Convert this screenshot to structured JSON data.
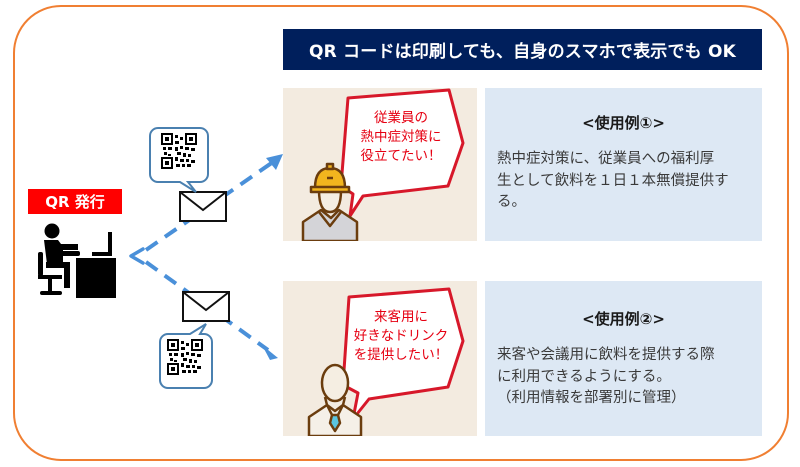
{
  "banner": {
    "text": "QR コードは印刷しても、自身のスマホで表示でも OK",
    "background": "#001f5c"
  },
  "issuer": {
    "badge_label": "QR 発行",
    "badge_color": "#ff0000",
    "icon": "person-at-desk-icon"
  },
  "delivery": {
    "items": [
      {
        "envelope_icon": "envelope-icon",
        "qr_icon": "qr-code-icon",
        "direction": "up-right"
      },
      {
        "envelope_icon": "envelope-icon",
        "qr_icon": "qr-code-icon",
        "direction": "down-right"
      }
    ],
    "arrow_color": "#4a90d9"
  },
  "scenes": [
    {
      "person_icon": "worker-hardhat-icon",
      "speech": "従業員の\n熱中症対策に\n役立てたい！"
    },
    {
      "person_icon": "businessman-icon",
      "speech": "来客用に\n好きなドリンク\nを提供したい！"
    }
  ],
  "use_cases": [
    {
      "title": "<使用例①>",
      "body": "熱中症対策に、従業員への福利厚\n生として飲料を１日１本無償提供す\nる。"
    },
    {
      "title": "<使用例②>",
      "body": "来客や会議用に飲料を提供する際\nに利用できるようにする。\n（利用情報を部署別に管理）"
    }
  ],
  "colors": {
    "frame": "#f07f32",
    "scene_bg": "#f3ebe0",
    "usecase_bg": "#dde8f4",
    "speech_text": "#e60012"
  }
}
